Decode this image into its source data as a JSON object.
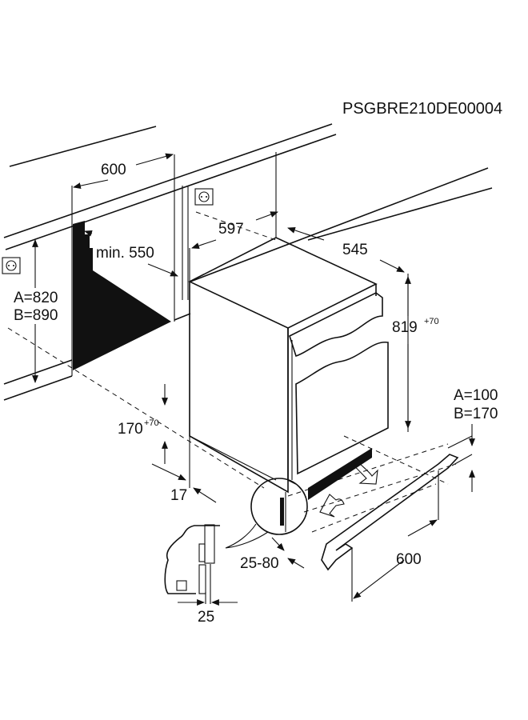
{
  "diagram": {
    "code": "PSGBRE210DE00004",
    "labels": {
      "niche_width": "600",
      "niche_depth": "min. 550",
      "appliance_width": "597",
      "appliance_depth": "545",
      "niche_height_a": "A=820",
      "niche_height_b": "B=890",
      "appliance_height": "819",
      "appliance_height_tol": "+70",
      "plinth_height_a": "A=100",
      "plinth_height_b": "B=170",
      "foot_height": "170",
      "foot_height_tol": "+70",
      "side_gap": "17",
      "door_offset": "25-80",
      "kickplate_width": "600",
      "door_thickness": "25"
    },
    "icons": [
      "power-socket-icon",
      "airflow-arrow-icon"
    ]
  }
}
